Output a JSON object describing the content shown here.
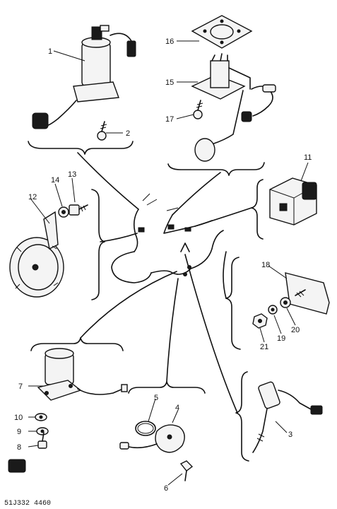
{
  "diagram": {
    "code": "51J332 4460",
    "callouts": [
      {
        "id": "c1",
        "text": "1"
      },
      {
        "id": "c2",
        "text": "2"
      },
      {
        "id": "c3",
        "text": "3"
      },
      {
        "id": "c4",
        "text": "4"
      },
      {
        "id": "c5",
        "text": "5"
      },
      {
        "id": "c6",
        "text": "6"
      },
      {
        "id": "c7",
        "text": "7"
      },
      {
        "id": "c8",
        "text": "8"
      },
      {
        "id": "c9",
        "text": "9"
      },
      {
        "id": "c10",
        "text": "10"
      },
      {
        "id": "c11",
        "text": "11"
      },
      {
        "id": "c12",
        "text": "12"
      },
      {
        "id": "c13",
        "text": "13"
      },
      {
        "id": "c14",
        "text": "14"
      },
      {
        "id": "c15",
        "text": "15"
      },
      {
        "id": "c16",
        "text": "16"
      },
      {
        "id": "c17",
        "text": "17"
      },
      {
        "id": "c18",
        "text": "18"
      },
      {
        "id": "c19",
        "text": "19"
      },
      {
        "id": "c20",
        "text": "20"
      },
      {
        "id": "c21",
        "text": "21"
      }
    ]
  }
}
